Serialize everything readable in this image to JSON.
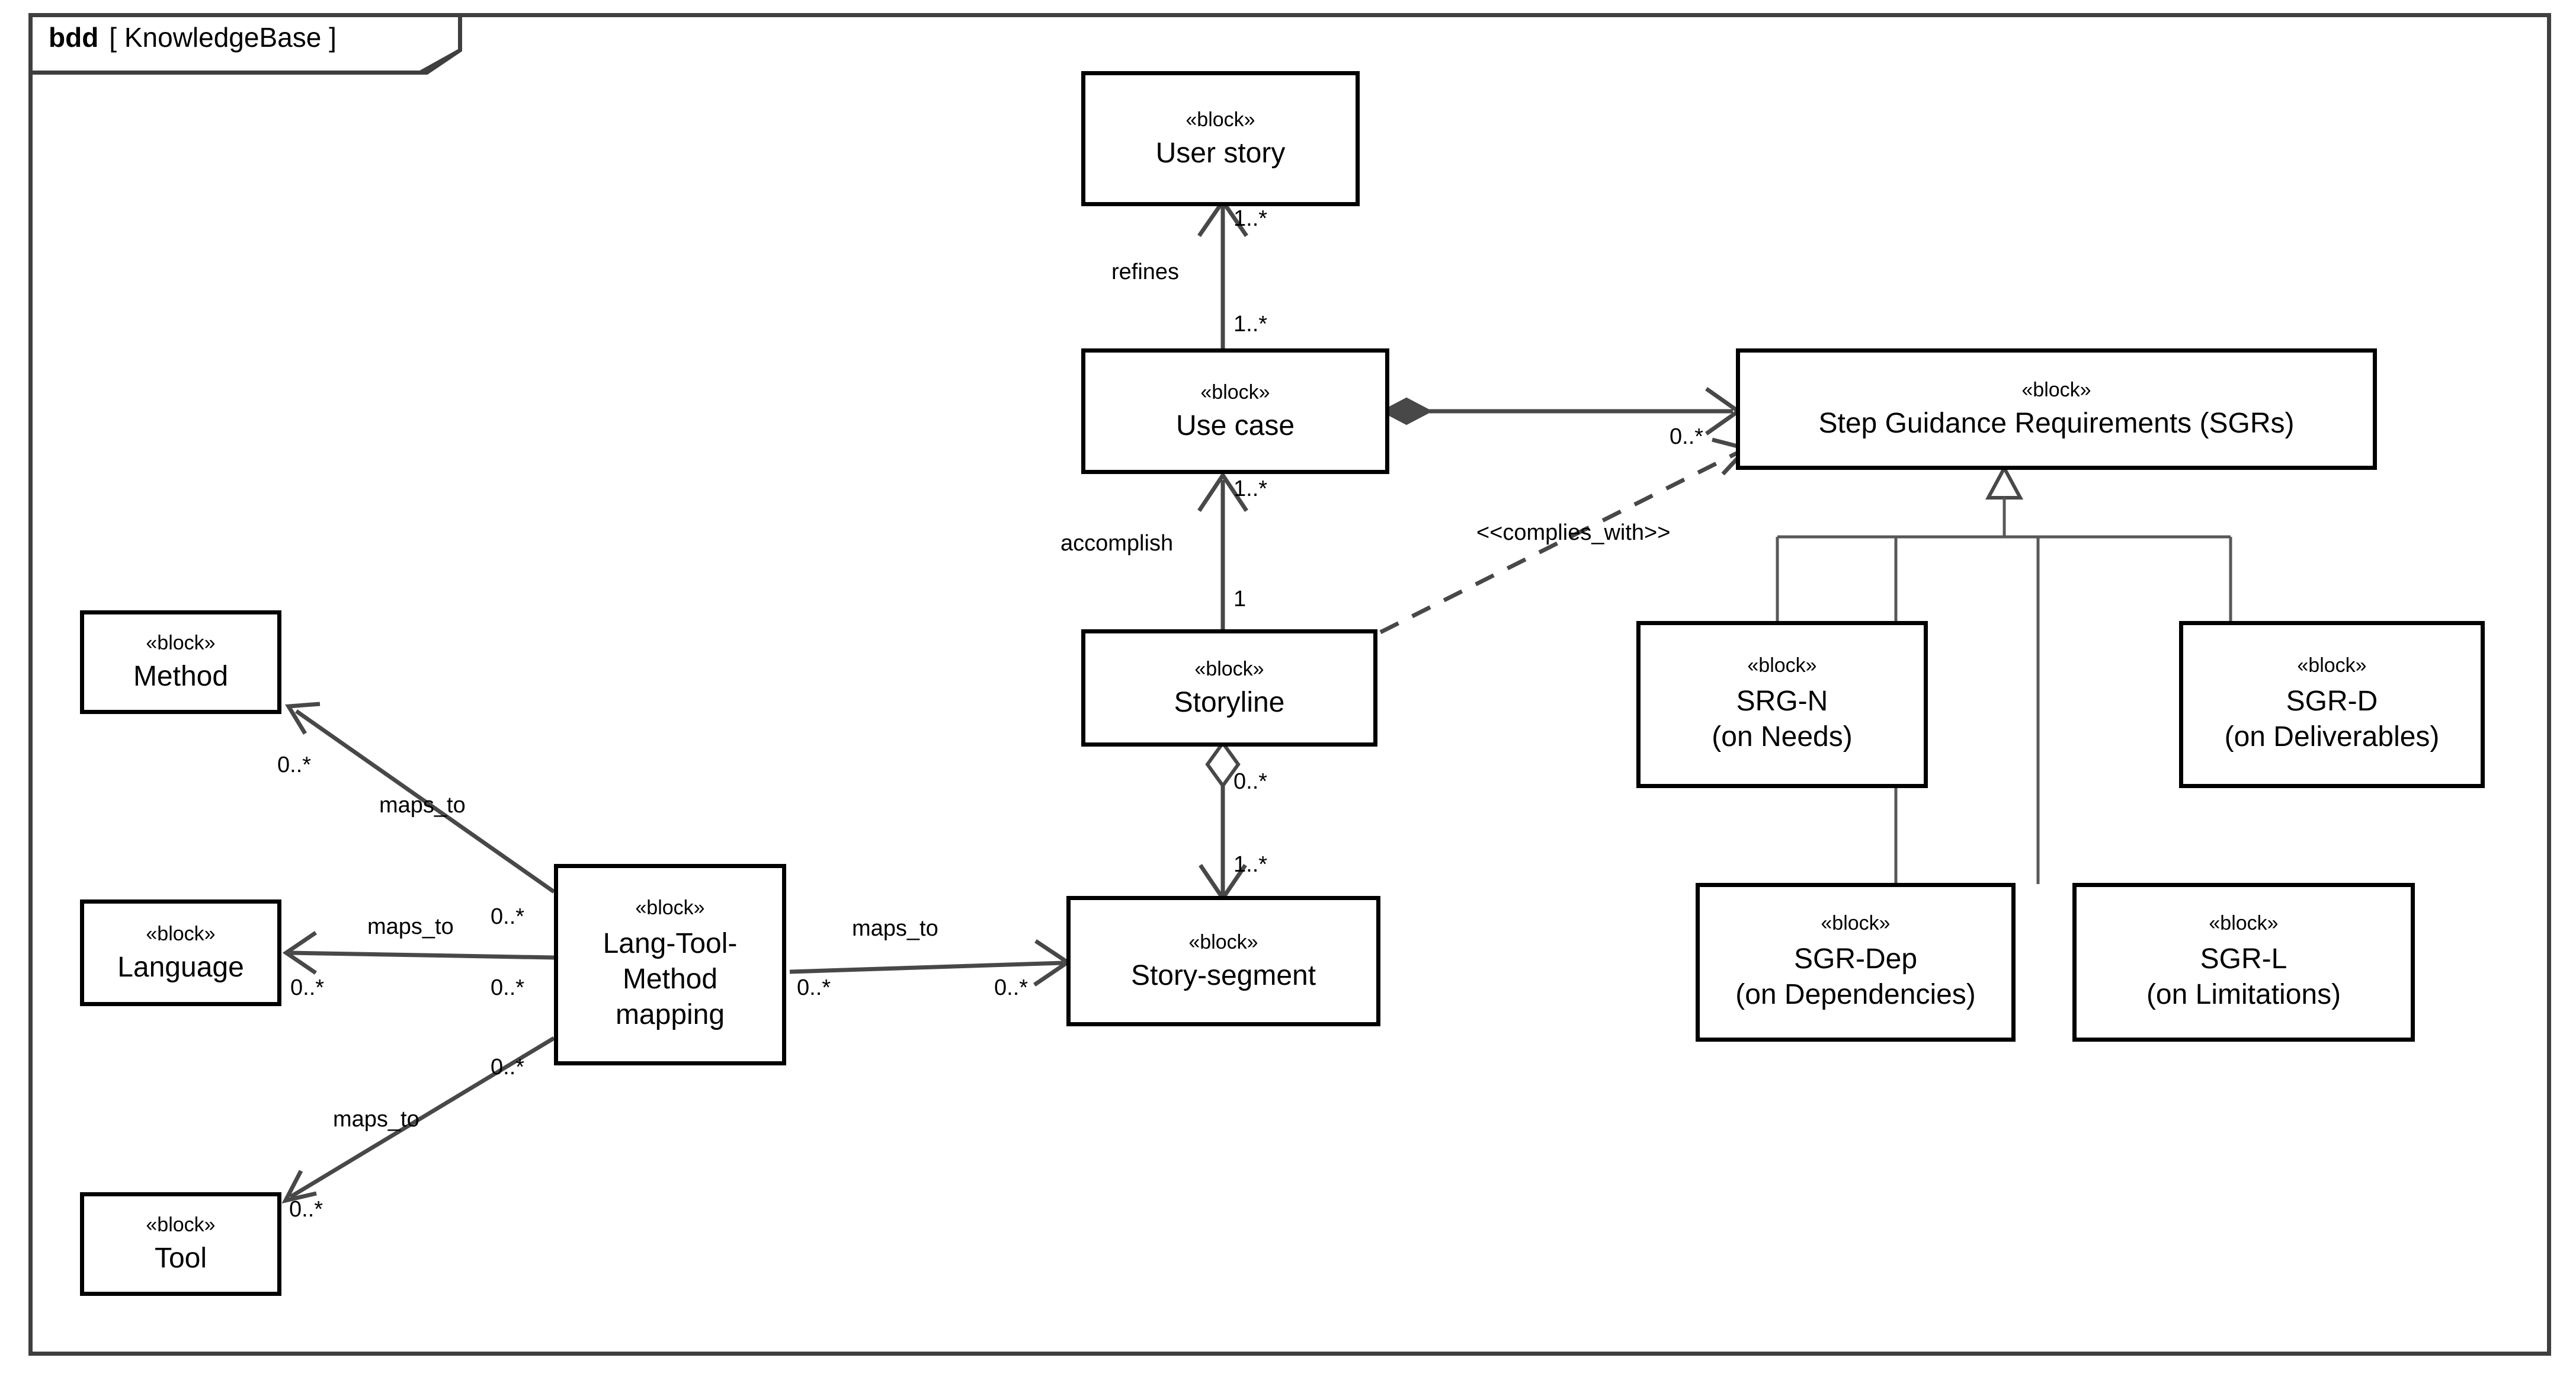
{
  "frame": {
    "keyword": "bdd",
    "name": "[ KnowledgeBase ]"
  },
  "stereotype": "«block»",
  "blocks": [
    {
      "id": "user-story",
      "stereo": "«block»",
      "name": "User story"
    },
    {
      "id": "use-case",
      "stereo": "«block»",
      "name": "Use case"
    },
    {
      "id": "sgrs",
      "stereo": "«block»",
      "name": "Step Guidance Requirements (SGRs)"
    },
    {
      "id": "storyline",
      "stereo": "«block»",
      "name": "Storyline"
    },
    {
      "id": "story-segment",
      "stereo": "«block»",
      "name": "Story-segment"
    },
    {
      "id": "mapping",
      "stereo": "«block»",
      "name": "Lang-Tool-\nMethod\nmapping"
    },
    {
      "id": "method",
      "stereo": "«block»",
      "name": "Method"
    },
    {
      "id": "language",
      "stereo": "«block»",
      "name": "Language"
    },
    {
      "id": "tool",
      "stereo": "«block»",
      "name": "Tool"
    },
    {
      "id": "srg-n",
      "stereo": "«block»",
      "name": "SRG-N\n(on Needs)"
    },
    {
      "id": "sgr-d",
      "stereo": "«block»",
      "name": "SGR-D\n(on Deliverables)"
    },
    {
      "id": "sgr-dep",
      "stereo": "«block»",
      "name": "SGR-Dep\n(on Dependencies)"
    },
    {
      "id": "sgr-l",
      "stereo": "«block»",
      "name": "SGR-L\n(on Limitations)"
    }
  ],
  "labels": {
    "refines": "refines",
    "accomplish": "accomplish",
    "complies_with": "<<complies_with>>",
    "maps_to_method": "maps_to",
    "maps_to_language": "maps_to",
    "maps_to_tool": "maps_to",
    "maps_to_segment": "maps_to"
  },
  "multiplicities": {
    "userstory_end": "1..*",
    "usecase_up_end": "1..*",
    "usecase_down_end": "1..*",
    "storyline_up_end": "1",
    "storyline_down_end": "0..*",
    "storysegment_up_end": "1..*",
    "sgrs_left_end": "0..*",
    "method_end": "0..*",
    "mapping_method_end": "0..*",
    "language_end": "0..*",
    "mapping_language_end": "0..*",
    "tool_end": "0..*",
    "mapping_tool_end": "0..*",
    "mapping_segment_end": "0..*",
    "storysegment_left_end": "0..*"
  },
  "colors": {
    "frame_border": "#3f3f3f",
    "block_border": "#000000",
    "connector": "#484848",
    "background": "#ffffff",
    "text": "#000000"
  }
}
